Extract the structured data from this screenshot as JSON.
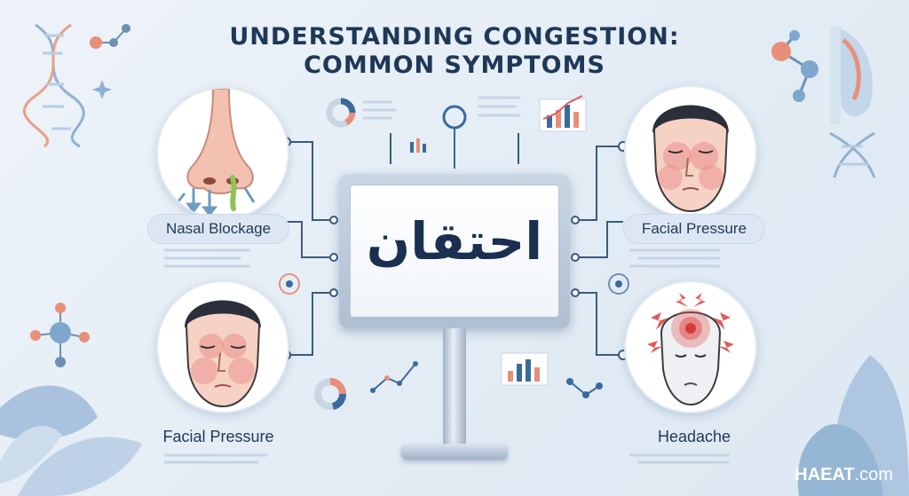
{
  "title": {
    "line1": "UNDERSTANDING CONGESTION:",
    "line2": "COMMON SYMPTOMS"
  },
  "center_sign": {
    "text": "احتقان"
  },
  "symptoms": [
    {
      "label": "Nasal Blockage",
      "icon": "nose-icon"
    },
    {
      "label": "Facial Pressure",
      "icon": "face-pressure-icon"
    },
    {
      "label": "Facial Pressure",
      "icon": "face-pressure-icon"
    },
    {
      "label": "Headache",
      "icon": "headache-icon"
    }
  ],
  "watermark": {
    "brand": "HAEAT",
    "domain": ".com"
  },
  "colors": {
    "title": "#1f3858",
    "accent_red": "#e15a5a",
    "pill_bg": "#dce7f3",
    "line": "#3a5a80"
  }
}
